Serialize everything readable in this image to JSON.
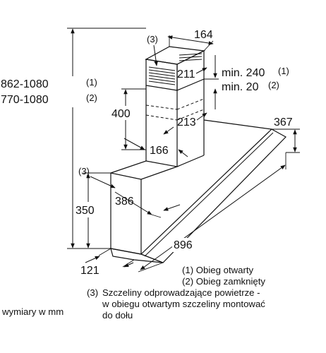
{
  "dimensions": {
    "total_height_1": "862-1080",
    "total_height_1_ref": "(1)",
    "total_height_2": "770-1080",
    "total_height_2_ref": "(2)",
    "chimney_width_top": "164",
    "chimney_depth_top": "211",
    "chimney_inner_height": "400",
    "chimney_depth_lower": "213",
    "chimney_width_lower": "166",
    "clearance_min_1": "min. 240",
    "clearance_min_1_ref": "(1)",
    "clearance_min_2": "min. 20",
    "clearance_min_2_ref": "(2)",
    "slots_ref": "(3)",
    "hood_depth": "367",
    "base_offset": "386",
    "body_height": "350",
    "hood_width": "896",
    "front_edge": "121"
  },
  "legend": {
    "item1": "(1) Obieg otwarty",
    "item2": "(2) Obieg zamknięty",
    "item3_ref": "(3)",
    "item3_line1": "Szczeliny odprowadzające powietrze -",
    "item3_line2": "w obiegu otwartym szczeliny montować",
    "item3_line3": "do dołu",
    "units": "wymiary w mm"
  }
}
